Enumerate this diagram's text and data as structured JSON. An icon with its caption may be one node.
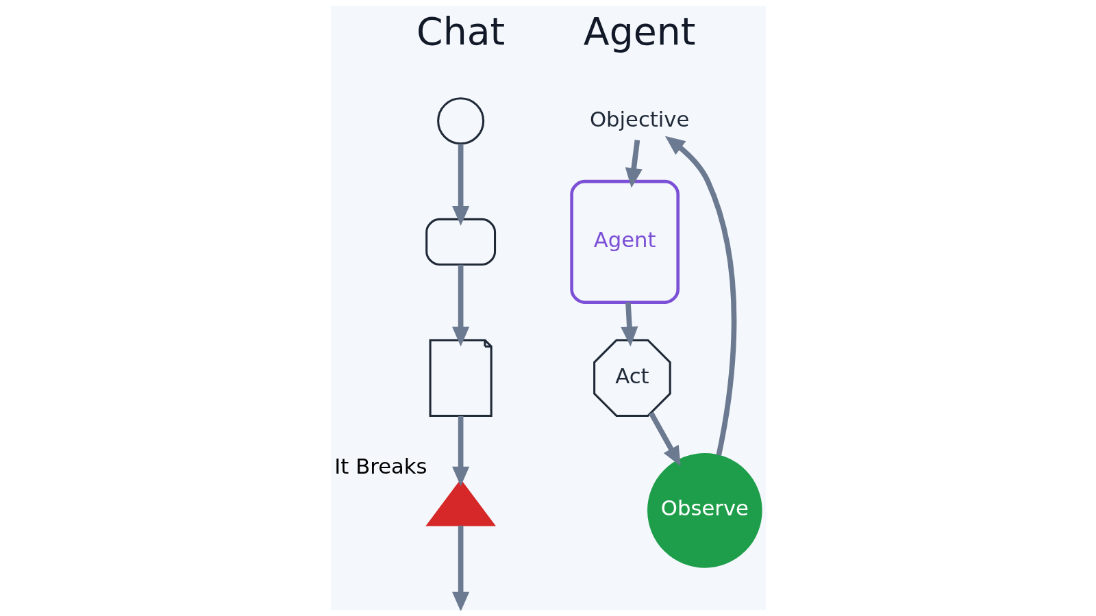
{
  "diagram": {
    "nodes": [
      {
        "text": [],
        "shape": "person"
      },
      {
        "text": [],
        "shape": "bubble"
      },
      {
        "text": [],
        "shape": "document"
      },
      {
        "text": [],
        "shape": "triangle",
        "beside": [
          "It Breaks"
        ]
      },
      {
        "text": [
          "Objective"
        ]
      },
      {
        "text": [
          "Agent"
        ]
      },
      {
        "text": [
          "Act"
        ]
      },
      {
        "text": [
          "Observe"
        ]
      }
    ],
    "edges": [
      {
        "from": 0,
        "to": 1,
        "arrow": "to"
      },
      {
        "from": 1,
        "to": 2,
        "arrow": "to"
      },
      {
        "from": 2,
        "to": 3,
        "arrow": "to"
      },
      {
        "from": 3,
        "to": null,
        "arrow": "to"
      },
      {
        "from": 4,
        "to": 5,
        "arrow": "to"
      },
      {
        "from": 5,
        "to": 6,
        "arrow": "to"
      },
      {
        "from": 6,
        "to": 7,
        "arrow": "to"
      },
      {
        "from": 7,
        "to": 4,
        "arrow": "to"
      }
    ],
    "labels": [
      "Chat",
      "Agent"
    ]
  }
}
